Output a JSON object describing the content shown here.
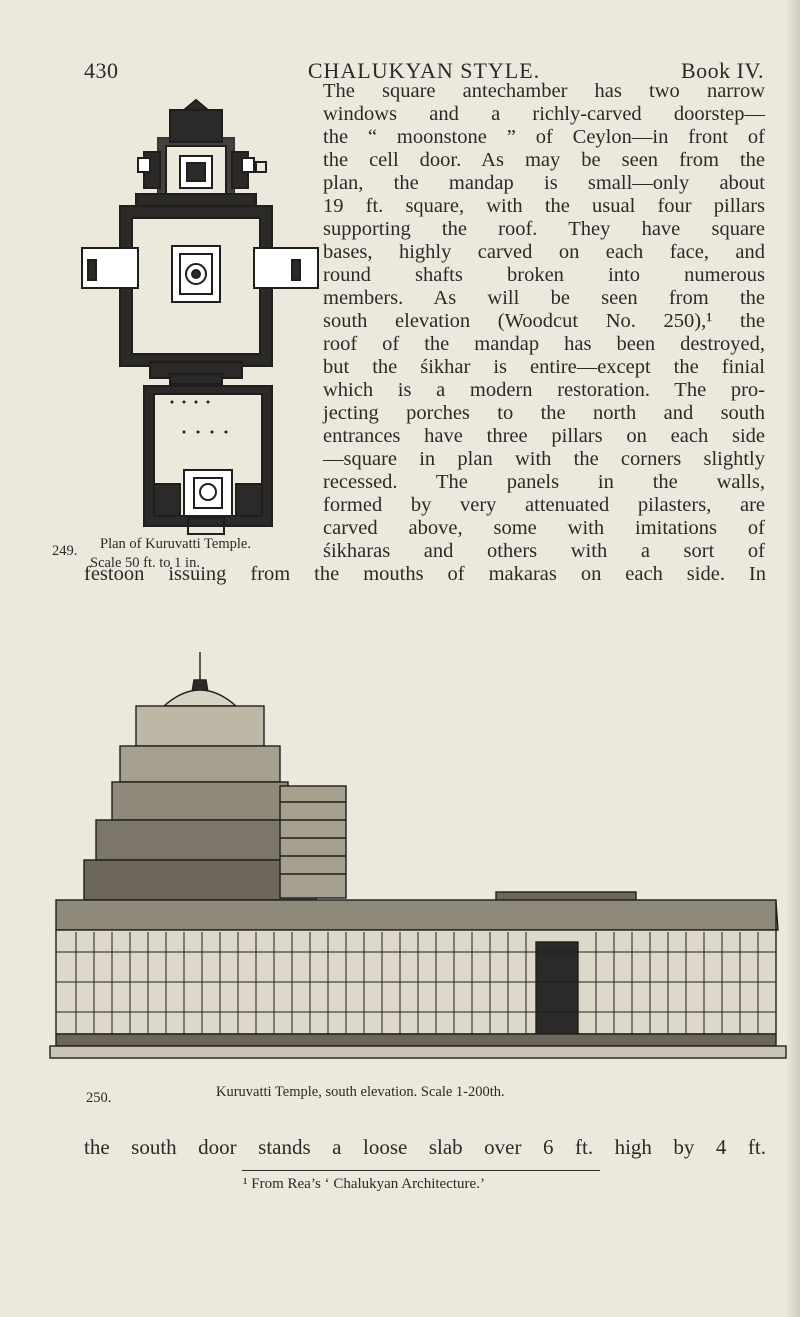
{
  "header": {
    "page_number": "430",
    "running_title": "CHALUKYAN STYLE.",
    "book": "Book IV."
  },
  "paragraph_lines": [
    "The square antechamber has two narrow",
    "windows and a richly-carved doorstep—",
    "the “ moonstone ” of Ceylon—in front of",
    "the cell door. As may be seen from the",
    "plan, the mandap is small—only about",
    "19 ft. square, with the usual four pillars",
    "supporting the roof. They have square",
    "bases, highly carved on each face, and",
    "round shafts broken into numerous",
    "members. As will be seen from the",
    "south elevation (Woodcut No. 250),¹ the",
    "roof of the mandap has been destroyed,",
    "but the śikhar is entire—except the finial",
    "which is a modern restoration. The pro-",
    "jecting porches to the north and south",
    "entrances have three pillars on each side",
    "—square in plan with the corners slightly",
    "recessed. The panels in the walls,",
    "formed by very attenuated pilasters, are",
    "carved above, some with imitations of",
    "śikharas and others with a sort of"
  ],
  "full_line": "festoon issuing from the mouths of makaras on each side. In",
  "plan_figure": {
    "number": "249.",
    "caption": "Plan of Kuruvatti Temple.",
    "scale": "Scale 50 ft. to 1 in."
  },
  "elevation_figure": {
    "number": "250.",
    "caption": "Kuruvatti Temple, south elevation. Scale 1-200th."
  },
  "after_figure_line": "the south door stands a loose slab over 6 ft. high by 4 ft.",
  "footnote": "¹ From Rea’s ‘ Chalukyan Architecture.’"
}
